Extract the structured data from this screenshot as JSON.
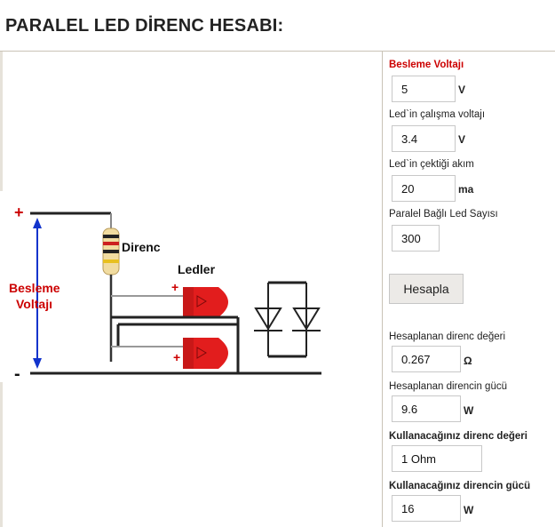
{
  "page": {
    "title": "PARALEL LED DİRENC HESABI:"
  },
  "diagram": {
    "label_plus_top": "+",
    "label_minus_bottom": "-",
    "label_supply_line1": "Besleme",
    "label_supply_line2": "Voltajı",
    "label_resistor": "Direnc",
    "label_leds": "Ledler",
    "label_led_plus_1": "+",
    "label_led_plus_2": "+",
    "colors": {
      "wire": "#222222",
      "supply_label": "#cc0000",
      "arrow": "#1133cc",
      "led": "#e21d1d"
    }
  },
  "form": {
    "supply_voltage": {
      "label": "Besleme Voltajı",
      "value": "5",
      "unit": "V"
    },
    "led_voltage": {
      "label": "Led`in çalışma voltajı",
      "value": "3.4",
      "unit": "V"
    },
    "led_current": {
      "label": "Led`in çektiği akım",
      "value": "20",
      "unit": "ma"
    },
    "led_count": {
      "label": "Paralel Bağlı Led Sayısı",
      "value": "300"
    },
    "calculate_button": "Hesapla",
    "calc_resistance": {
      "label": "Hesaplanan direnc değeri",
      "value": "0.267",
      "unit": "Ω"
    },
    "calc_power": {
      "label": "Hesaplanan direncin gücü",
      "value": "9.6",
      "unit": "W"
    },
    "used_resistance": {
      "label": "Kullanacağınız direnc değeri",
      "value": "1 Ohm"
    },
    "used_power": {
      "label": "Kullanacağınız direncin gücü",
      "value": "16",
      "unit": "W"
    }
  }
}
